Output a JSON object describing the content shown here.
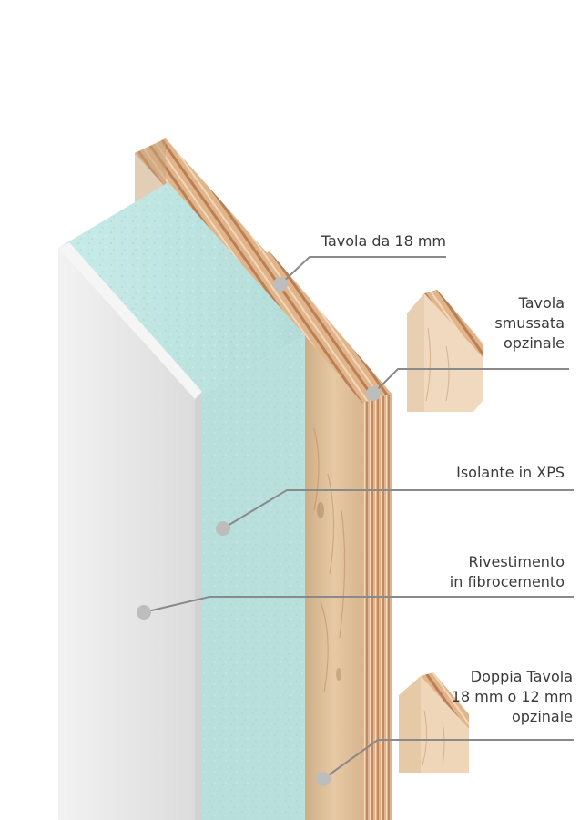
{
  "labels": {
    "tavola_18": {
      "lines": [
        "Tavola da 18 mm"
      ]
    },
    "tavola_smussata": {
      "lines": [
        "Tavola",
        "smussata",
        "opzinale"
      ]
    },
    "isolante": {
      "lines": [
        "Isolante in XPS"
      ]
    },
    "rivestimento": {
      "lines": [
        "Rivestimento",
        "in fibrocemento"
      ]
    },
    "doppia_tavola": {
      "lines": [
        "Doppia Tavola",
        "18 mm o 12 mm",
        "opzinale"
      ]
    }
  },
  "colors": {
    "fibrocement": "#e6e6e6",
    "xps": "#bfe4e1",
    "wood": "#e2c29e",
    "plywood_edge": "#d9a67c",
    "leader": "#8a8a8a",
    "text": "#3a3a3a"
  }
}
